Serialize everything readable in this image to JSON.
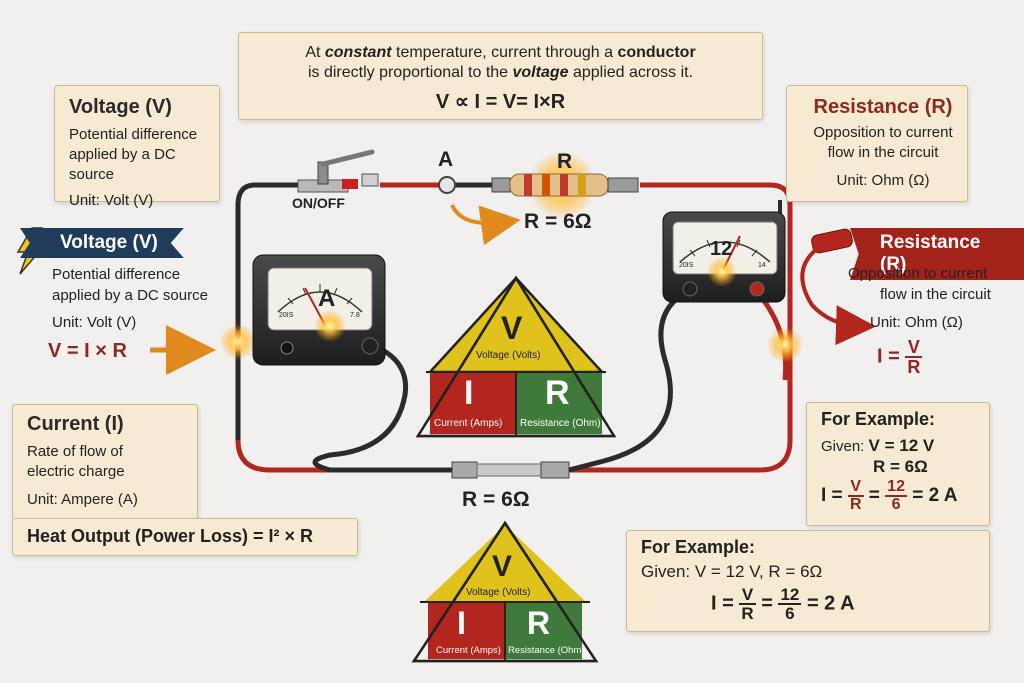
{
  "top_banner": {
    "line1_a": "At ",
    "line1_b": "constant",
    "line1_c": " temperature, current through a ",
    "line1_d": "conductor",
    "line2_a": "is directly proportional to the ",
    "line2_b": "voltage",
    "line2_c": " applied across it.",
    "formula": "V ∝ I = V= I×R"
  },
  "voltage_card": {
    "title": "Voltage (V)",
    "desc1": "Potential difference",
    "desc2": "applied by a DC source",
    "unit": "Unit: Volt (V)"
  },
  "voltage_badge": {
    "title": "Voltage (V)",
    "desc1": "Potential difference",
    "desc2": "applied by a DC source",
    "unit": "Unit: Volt (V)",
    "formula": "V = I × R"
  },
  "resistance_card": {
    "title": "Resistance (R)",
    "desc1": "Opposition to current",
    "desc2": "flow in the circuit",
    "unit": "Unit: Ohm (Ω)"
  },
  "resistance_badge": {
    "title": "Resistance (R)",
    "desc1": "Opposition to current",
    "desc2": "flow in the circuit",
    "unit": "Unit: Ohm (Ω)",
    "formula_lhs": "I =",
    "formula_num": "V",
    "formula_den": "R"
  },
  "current_card": {
    "title": "Current (I)",
    "desc1": "Rate of flow of",
    "desc2": "electric charge",
    "unit": "Unit: Ampere (A)",
    "heat": "Heat Output (Power Loss) = I² × R"
  },
  "example1": {
    "title": "For Example:",
    "given_label": "Given:",
    "given_v": "V = 12 V",
    "given_r": "R = 6Ω",
    "lhs": "I =",
    "f1_num": "V",
    "f1_den": "R",
    "eq": "=",
    "f2_num": "12",
    "f2_den": "6",
    "result": "= 2 A"
  },
  "example2": {
    "title": "For Example:",
    "given": "Given:  V = 12 V, R = 6Ω",
    "lhs": "I =",
    "f1_num": "V",
    "f1_den": "R",
    "eq": "=",
    "f2_num": "12",
    "f2_den": "6",
    "result": "= 2 A"
  },
  "circuit": {
    "switch_label": "ON/OFF",
    "ammeter_node_label": "A",
    "resistor_top_label": "R",
    "resistor_top_value": "R = 6Ω",
    "resistor_bottom_value": "R = 6Ω",
    "ammeter_face": "A",
    "ammeter_small_left": "20IS",
    "ammeter_small_right": "7.8",
    "voltmeter_face": "12",
    "voltmeter_small_left": "20IS",
    "voltmeter_small_right": "14"
  },
  "triangle_top": {
    "v": "V",
    "v_label": "Voltage (Volts)",
    "i": "I",
    "i_label": "Current (Amps)",
    "r": "R",
    "r_label": "Resistance (Ohm)"
  },
  "triangle_bottom": {
    "v": "V",
    "v_label": "Voltage (Volts)",
    "i": "I",
    "i_label": "Current (Amps)",
    "r": "R",
    "r_label": "Resistance (Ohm)"
  },
  "colors": {
    "wire_black": "#2b2b2b",
    "wire_red": "#b3261e",
    "triangle_yellow": "#e0c21c",
    "triangle_red": "#b3261e",
    "triangle_green": "#3f7a3a",
    "arrow_orange": "#e08a1e",
    "badge_navy": "#1f3c5c",
    "badge_red": "#a3231b"
  }
}
